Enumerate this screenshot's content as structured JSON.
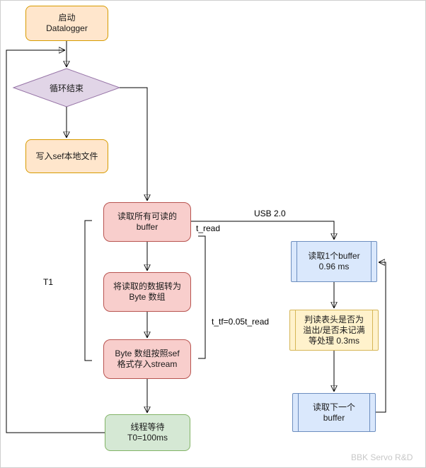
{
  "diagram": {
    "nodes": {
      "start": {
        "text": "启动\nDatalogger",
        "fill": "#ffe6cc",
        "stroke": "#d79b00"
      },
      "loop_end": {
        "text": "循环结束",
        "fill": "#e1d5e7",
        "stroke": "#9673a6"
      },
      "write_file": {
        "text": "写入sef本地文件",
        "fill": "#ffe6cc",
        "stroke": "#d79b00"
      },
      "read_all_buffers": {
        "text": "读取所有可读的\nbuffer",
        "fill": "#f8cecc",
        "stroke": "#b85450"
      },
      "convert_to_bytes": {
        "text": "将读取的数据转为\nByte 数组",
        "fill": "#f8cecc",
        "stroke": "#b85450"
      },
      "store_stream": {
        "text": "Byte 数组按照sef\n格式存入stream",
        "fill": "#f8cecc",
        "stroke": "#b85450"
      },
      "thread_wait": {
        "text": "线程等待\nT0=100ms",
        "fill": "#d5e8d4",
        "stroke": "#82b366"
      },
      "read_one_buffer": {
        "text": "读取1个buffer\n0.96 ms",
        "fill": "#dae8fc",
        "stroke": "#6c8ebf"
      },
      "check_header": {
        "text": "判读表头是否为\n溢出/是否未记满\n等处理 0.3ms",
        "fill": "#fff2cc",
        "stroke": "#d6b656"
      },
      "read_next_buffer": {
        "text": "读取下一个\nbuffer",
        "fill": "#dae8fc",
        "stroke": "#6c8ebf"
      }
    },
    "edge_labels": {
      "usb": "USB 2.0",
      "t_read": "t_read",
      "t1": "T1",
      "t_tf": "t_tf=0.05t_read"
    },
    "watermark": "BBK Servo R&D"
  }
}
